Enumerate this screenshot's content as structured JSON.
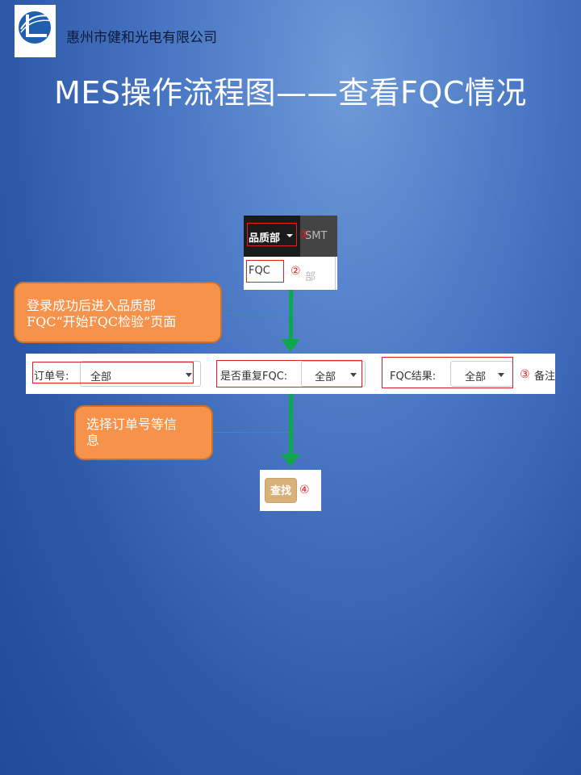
{
  "header": {
    "company": "惠州市健和光电有限公司",
    "title": "MES操作流程图——查看FQC情况"
  },
  "menu": {
    "department": "品质部",
    "next_menu_partial": "SMT部",
    "item": "FQC",
    "step1": "①",
    "step2": "②"
  },
  "filters": {
    "order_label": "订单号:",
    "order_value": "全部",
    "repeat_label": "是否重复FQC:",
    "repeat_value": "全部",
    "result_label": "FQC结果:",
    "result_value": "全部",
    "step3": "③",
    "remark_partial": "备注"
  },
  "callouts": {
    "login_line1": "登录成功后进入品质部",
    "login_line2": "FQC“开始FQC检验”页面",
    "select_line1": "选择订单号等信",
    "select_line2": "息"
  },
  "search": {
    "button": "查找",
    "step4": "④"
  },
  "colors": {
    "callout": "#f7924b",
    "arrow": "#0fa74a",
    "highlight": "#e02020"
  }
}
